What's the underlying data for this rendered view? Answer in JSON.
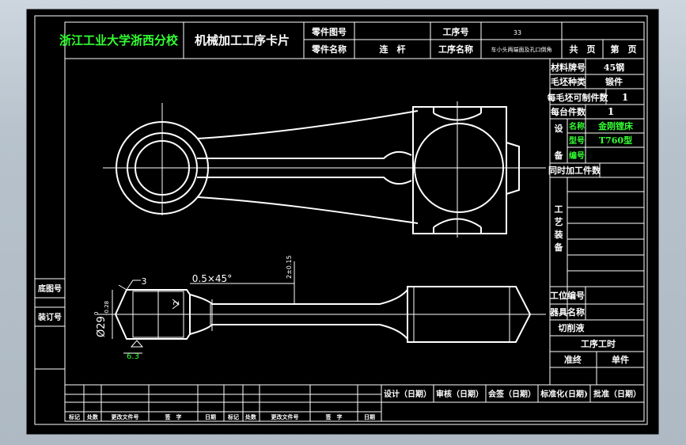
{
  "title_block": {
    "school": "浙江工业大学浙西分校",
    "card_title": "机械加工工序卡片",
    "part_drawing_no_label": "零件图号",
    "part_name_label": "零件名称",
    "part_name": "连　杆",
    "op_no_label": "工序号",
    "op_no": "33",
    "op_name_label": "工序名称",
    "op_name": "车小头两端面及孔口倒角",
    "total_pages": "共　页",
    "page_no": "第　页"
  },
  "right_table": {
    "material_label": "材料牌号",
    "material": "45钢",
    "blank_type_label": "毛坯种类",
    "blank_type": "锻件",
    "parts_per_blank_label": "每毛坯可制件数",
    "parts_per_blank": "1",
    "parts_per_machine_label": "每台件数",
    "parts_per_machine": "1",
    "equipment_label_1": "设",
    "equipment_label_2": "备",
    "eq_name_label": "名称",
    "eq_name": "金刚镗床",
    "eq_model_label": "型号",
    "eq_model": "T760型",
    "eq_no_label": "编号",
    "simul_parts_label": "同时加工件数",
    "process_equipment_chars": [
      "工",
      "艺",
      "装",
      "备"
    ],
    "fixture_no_label": "工位编号",
    "fixture_name_label": "器具名称",
    "coolant_label": "切削液",
    "op_time_label": "工序工时",
    "prep_label": "准终",
    "unit_label": "单件"
  },
  "left_side": {
    "base_drawing_label": "底图号",
    "binding_label": "装订号"
  },
  "dimensions": {
    "chamfer": "0.5×45°",
    "roughness_top": "3",
    "roughness_bottom": "6.3",
    "dia_main": "Ø29",
    "dia_tol_upper": "0",
    "dia_tol_lower": "-0.28",
    "thickness_tol": "2±0.15",
    "small_mark": "2"
  },
  "bottom_table": {
    "sign_labels": [
      "设计（日期）",
      "审核（日期）",
      "会签（日期）",
      "标准化(日期)",
      "批准（日期）"
    ],
    "rev_labels": [
      "标记",
      "处数",
      "更改文件号",
      "签　字",
      "日期",
      "标记",
      "处数",
      "更改文件号",
      "签　字",
      "日期"
    ]
  }
}
